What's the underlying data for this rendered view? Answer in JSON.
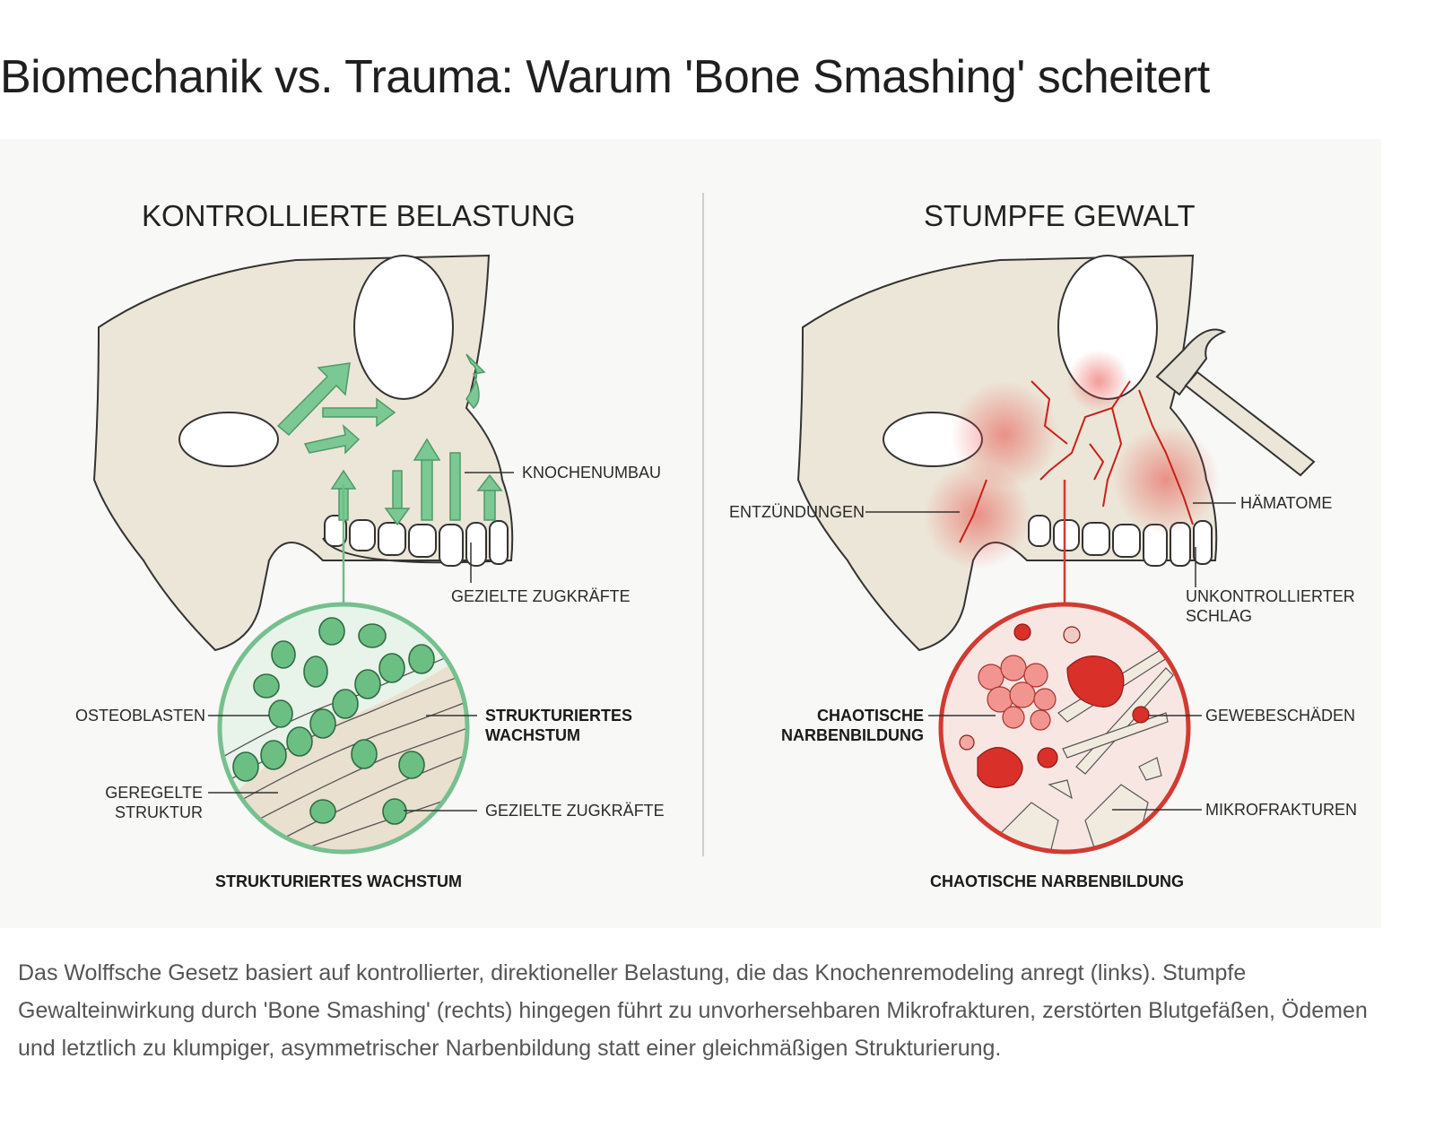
{
  "title": "Biomechanik vs. Trauma: Warum 'Bone Smashing' scheitert",
  "figure": {
    "left": {
      "heading": "KONTROLLIERTE BELASTUNG",
      "labels": {
        "knochenumbau": "KNOCHENUMBAU",
        "gezielte_zugkraefte_top": "GEZIELTE ZUGKRÄFTE",
        "osteoblasten": "OSTEOBLASTEN",
        "strukturiertes_wachstum": "STRUKTURIERTES\nWACHSTUM",
        "geregelte_struktur": "GEREGELTE\nSTRUKTUR",
        "gezielte_zugkraefte_bottom": "GEZIELTE ZUGKRÄFTE"
      },
      "footer": "STRUKTURIERTES WACHSTUM",
      "accent": "#6dbf85"
    },
    "right": {
      "heading": "STUMPFE GEWALT",
      "labels": {
        "entzuendungen": "ENTZÜNDUNGEN",
        "haematome": "HÄMATOME",
        "unkontrollierter_schlag": "UNKONTROLLIERTER\nSCHLAG",
        "chaotische_narbenbildung": "CHAOTISCHE\nNARBENBILDUNG",
        "gewebeschaeden": "GEWEBESCHÄDEN",
        "mikrofrakturen": "MIKROFRAKTUREN"
      },
      "footer": "CHAOTISCHE NARBENBILDUNG",
      "accent": "#d23a32"
    }
  },
  "caption": "Das Wolffsche Gesetz basiert auf kontrollierter, direktioneller Belastung, die das Knochenremodeling anregt (links). Stumpfe Gewalteinwirkung durch 'Bone Smashing' (rechts) hingegen führt zu unvorhersehbaren Mikrofrakturen, zerstörten Blutgefäßen, Ödemen und letztlich zu klumpiger, asymmetrischer Narbenbildung statt einer gleichmäßigen Strukturierung."
}
